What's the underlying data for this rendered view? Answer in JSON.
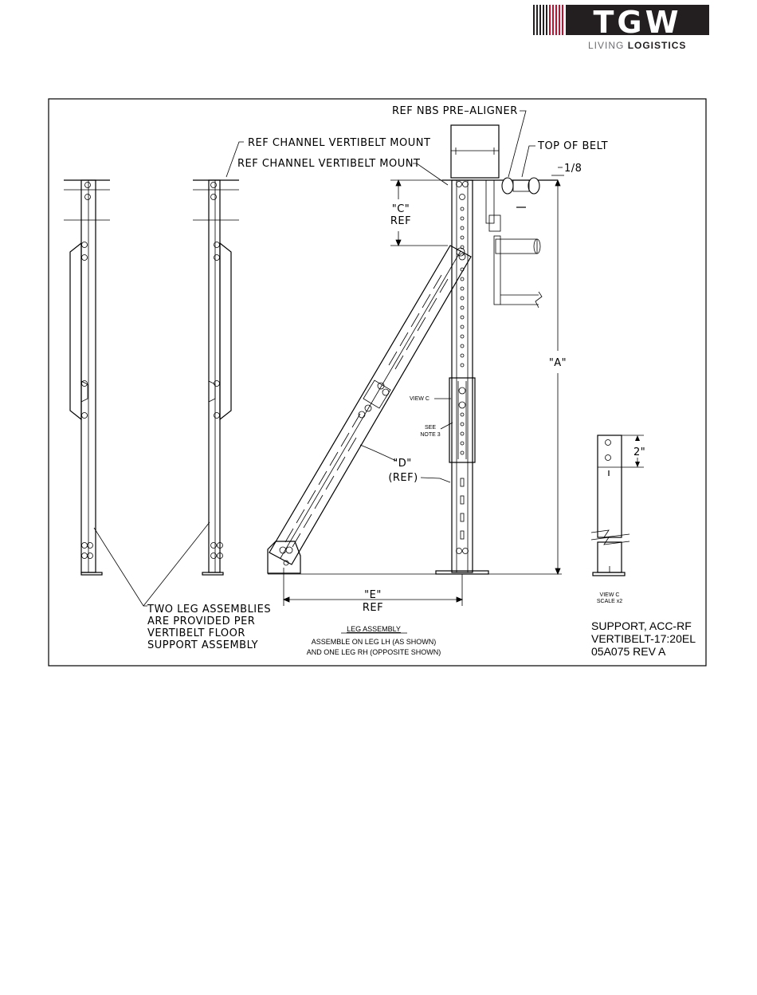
{
  "logo": {
    "brand": "TGW",
    "tagline_light": "LIVING ",
    "tagline_bold": "LOGISTICS",
    "colors": {
      "dark": "#231f20",
      "red": "#c8102e",
      "gray": "#6d6e71"
    }
  },
  "callouts": {
    "ref_channel_top": "REF CHANNEL VERTIBELT MOUNT",
    "ref_channel_second": "REF CHANNEL VERTIBELT MOUNT",
    "ref_nbs": "REF NBS PRE–ALIGNER",
    "top_of_belt": "TOP OF BELT",
    "eighth": "1/8",
    "dim_c": "\"C\"",
    "dim_c_ref": "REF",
    "dim_a": "\"A\"",
    "dim_d": "\"D\"",
    "dim_d_ref": "(REF)",
    "dim_e": "\"E\"",
    "dim_e_ref": "REF",
    "view_c": "VIEW C",
    "see_note_1": "SEE",
    "see_note_2": "NOTE 3",
    "dim_two_in": "2\""
  },
  "note": {
    "line1": "TWO LEG ASSEMBLIES",
    "line2": "ARE PROVIDED PER",
    "line3": "VERTIBELT FLOOR",
    "line4": "SUPPORT ASSEMBLY"
  },
  "leg_assembly": {
    "heading": "LEG ASSEMBLY",
    "line1": "ASSEMBLE ON LEG LH (AS SHOWN)",
    "line2": "AND ONE LEG RH (OPPOSITE SHOWN)"
  },
  "view_c_detail": {
    "label": "VIEW C",
    "scale": "SCALE x2"
  },
  "title_block": {
    "line1": "SUPPORT, ACC-RF",
    "line2": "VERTIBELT-17:20EL",
    "line3": "05A075 REV A"
  }
}
